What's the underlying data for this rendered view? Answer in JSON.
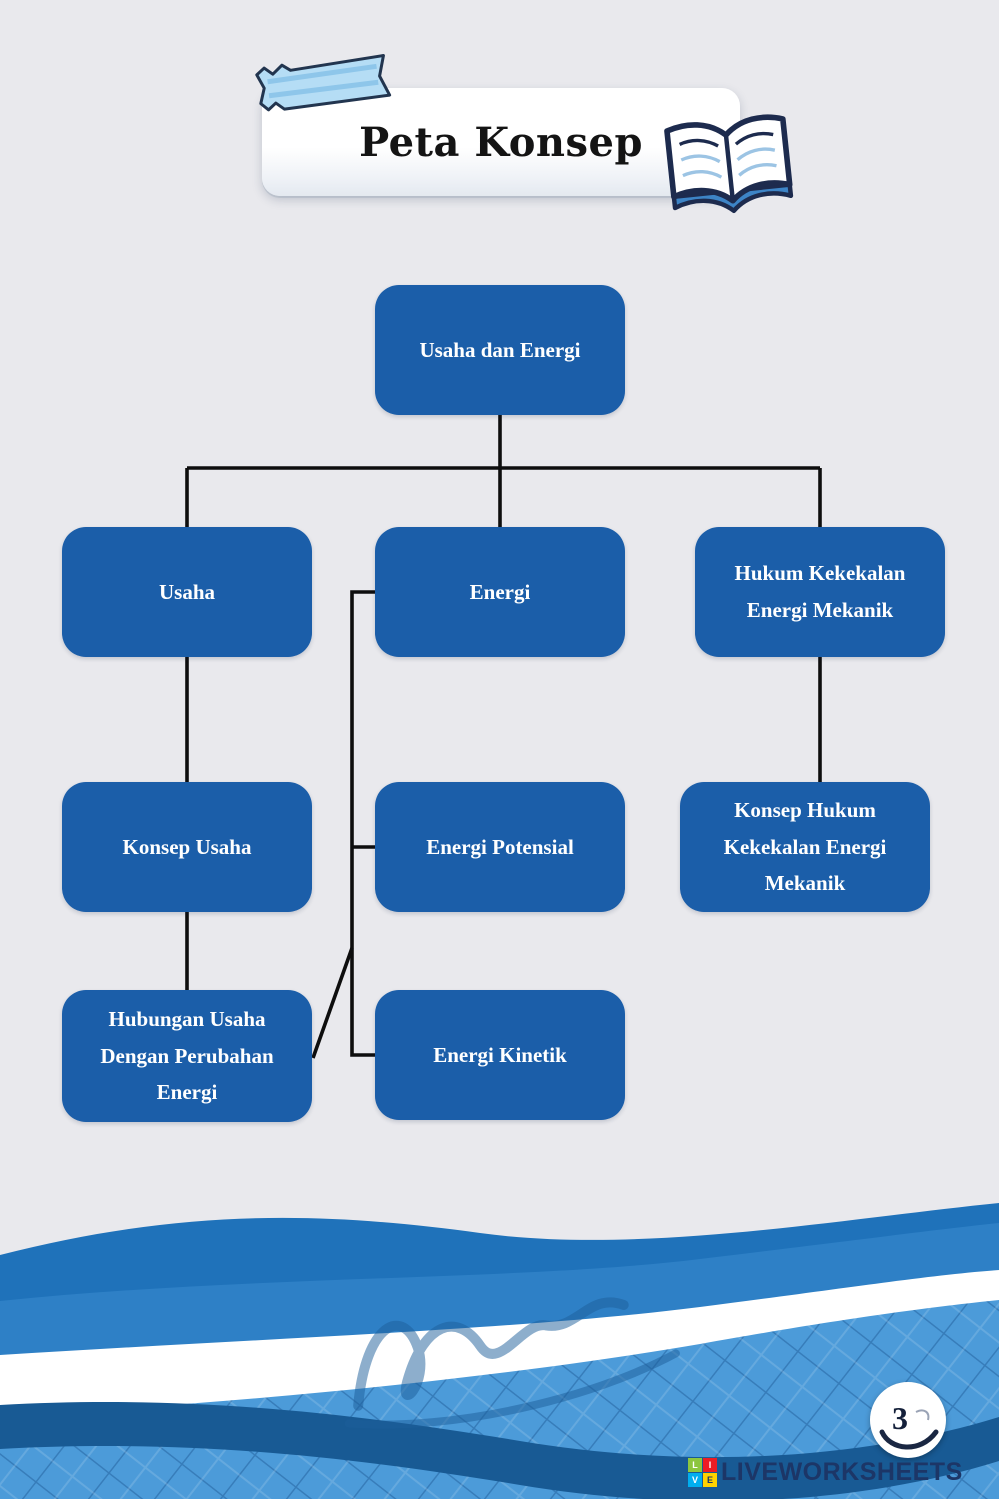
{
  "header": {
    "title": "Peta Konsep"
  },
  "diagram": {
    "nodes": {
      "root": "Usaha dan Energi",
      "usaha": "Usaha",
      "energi": "Energi",
      "hukum": "Hukum Kekekalan Energi Mekanik",
      "konsep_usaha": "Konsep Usaha",
      "energi_potensial": "Energi Potensial",
      "konsep_hukum": "Konsep Hukum Kekekalan Energi Mekanik",
      "hubungan": "Hubungan Usaha Dengan Perubahan Energi",
      "energi_kinetik": "Energi Kinetik"
    },
    "edges": [
      [
        "root",
        "usaha"
      ],
      [
        "root",
        "energi"
      ],
      [
        "root",
        "hukum"
      ],
      [
        "usaha",
        "konsep_usaha"
      ],
      [
        "konsep_usaha",
        "hubungan"
      ],
      [
        "energi",
        "energi_potensial"
      ],
      [
        "energi",
        "energi_kinetik"
      ],
      [
        "hubungan",
        "energi_kinetik"
      ],
      [
        "hukum",
        "konsep_hukum"
      ]
    ]
  },
  "footer": {
    "page_number": "3",
    "brand": "LIVEWORKSHEETS",
    "logo_letters": {
      "l": "L",
      "i": "I",
      "v": "V",
      "e": "E"
    }
  },
  "colors": {
    "node_blue": "#1b5ea9",
    "background": "#e9e9ed",
    "wave_dark": "#185a94",
    "wave_mid": "#2e80c6",
    "wave_light": "#4c9bd9",
    "tape_blue": "#b5ddf5"
  }
}
